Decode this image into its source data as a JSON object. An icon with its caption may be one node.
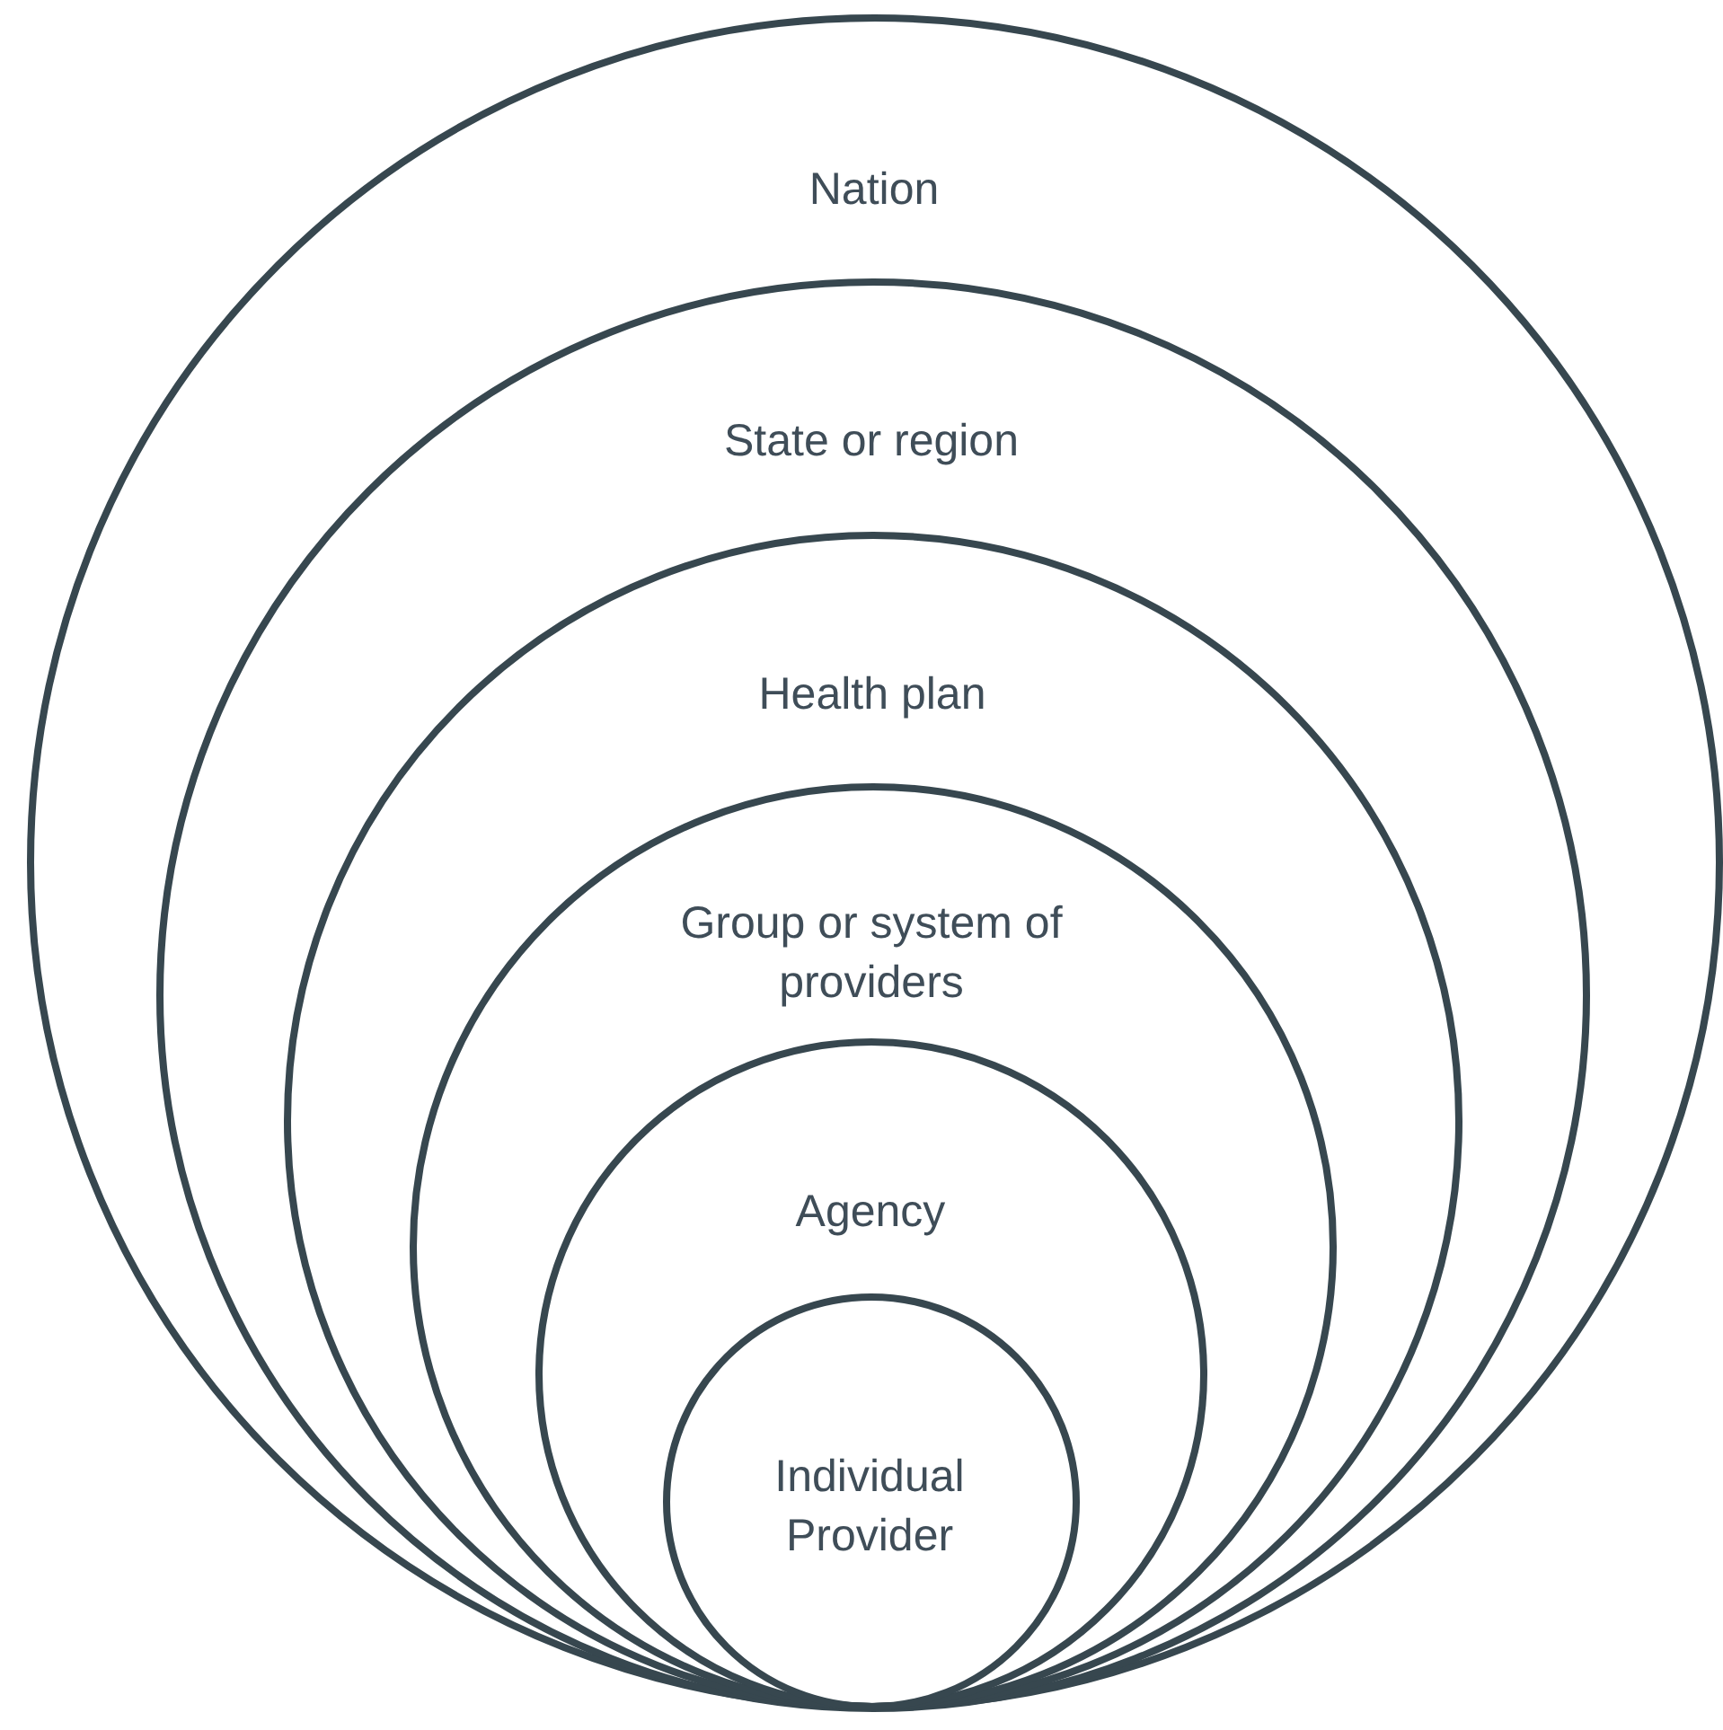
{
  "diagram": {
    "nodes": [
      {
        "text": [
          "Nation"
        ]
      },
      {
        "text": [
          "State or region"
        ],
        "in": 0
      },
      {
        "text": [
          "Health plan"
        ],
        "in": 1
      },
      {
        "text": [
          "Group or system of providers"
        ],
        "in": 2
      },
      {
        "text": [
          "Agency"
        ],
        "in": 3
      },
      {
        "text": [
          "Individual Provider"
        ],
        "in": 4
      }
    ]
  }
}
